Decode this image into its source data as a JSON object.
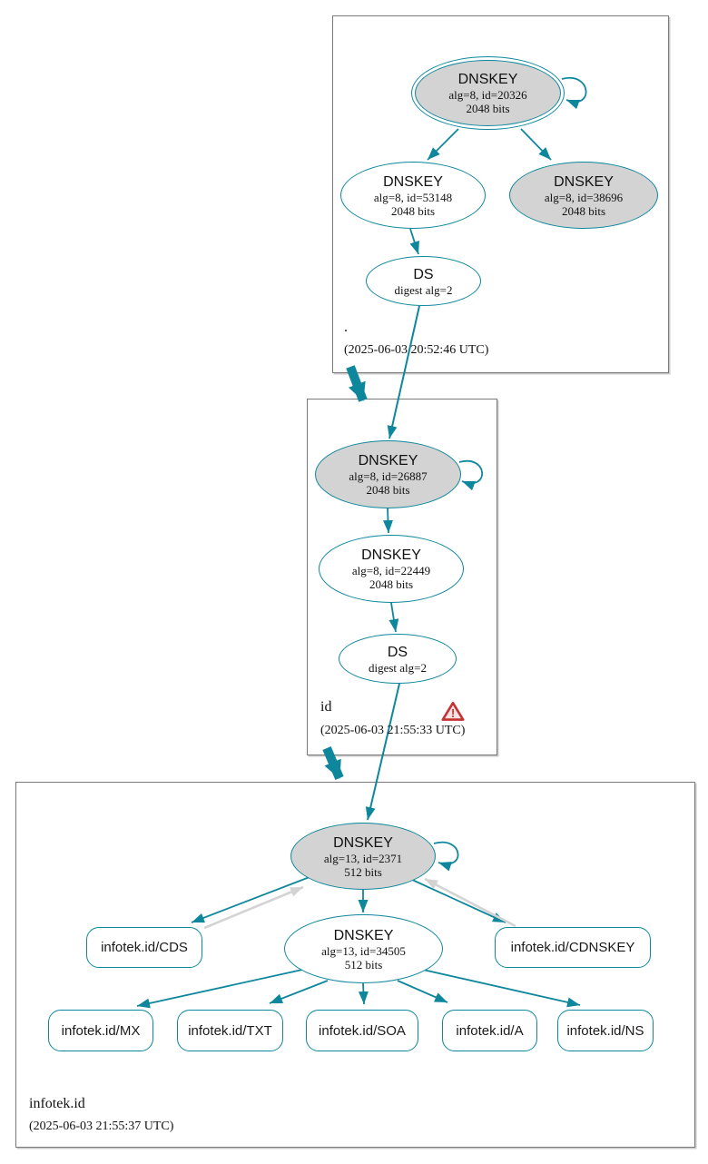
{
  "diagram": {
    "type": "dnssec-authentication-chain",
    "colors": {
      "edge_teal": "#0e879c",
      "node_gray_fill": "#d3d3d3",
      "edge_gray": "#d3d3d3",
      "zone_box_border": "#7a7a7a",
      "warning_red": "#c43232"
    }
  },
  "zones": {
    "root": {
      "name": ".",
      "timestamp": "(2025-06-03 20:52:46 UTC)",
      "ksk": {
        "title": "DNSKEY",
        "detail1": "alg=8, id=20326",
        "detail2": "2048 bits"
      },
      "zsk": {
        "title": "DNSKEY",
        "detail1": "alg=8, id=53148",
        "detail2": "2048 bits"
      },
      "key2": {
        "title": "DNSKEY",
        "detail1": "alg=8, id=38696",
        "detail2": "2048 bits"
      },
      "ds": {
        "title": "DS",
        "detail1": "digest alg=2"
      }
    },
    "id": {
      "name": "id",
      "timestamp": "(2025-06-03 21:55:33 UTC)",
      "warning_char": "!",
      "ksk": {
        "title": "DNSKEY",
        "detail1": "alg=8, id=26887",
        "detail2": "2048 bits"
      },
      "zsk": {
        "title": "DNSKEY",
        "detail1": "alg=8, id=22449",
        "detail2": "2048 bits"
      },
      "ds": {
        "title": "DS",
        "detail1": "digest alg=2"
      }
    },
    "infotek": {
      "name": "infotek.id",
      "timestamp": "(2025-06-03 21:55:37 UTC)",
      "ksk": {
        "title": "DNSKEY",
        "detail1": "alg=13, id=2371",
        "detail2": "512 bits"
      },
      "zsk": {
        "title": "DNSKEY",
        "detail1": "alg=13, id=34505",
        "detail2": "512 bits"
      },
      "rrsets": {
        "cds": "infotek.id/CDS",
        "cdnskey": "infotek.id/CDNSKEY",
        "mx": "infotek.id/MX",
        "txt": "infotek.id/TXT",
        "soa": "infotek.id/SOA",
        "a": "infotek.id/A",
        "ns": "infotek.id/NS"
      }
    }
  }
}
